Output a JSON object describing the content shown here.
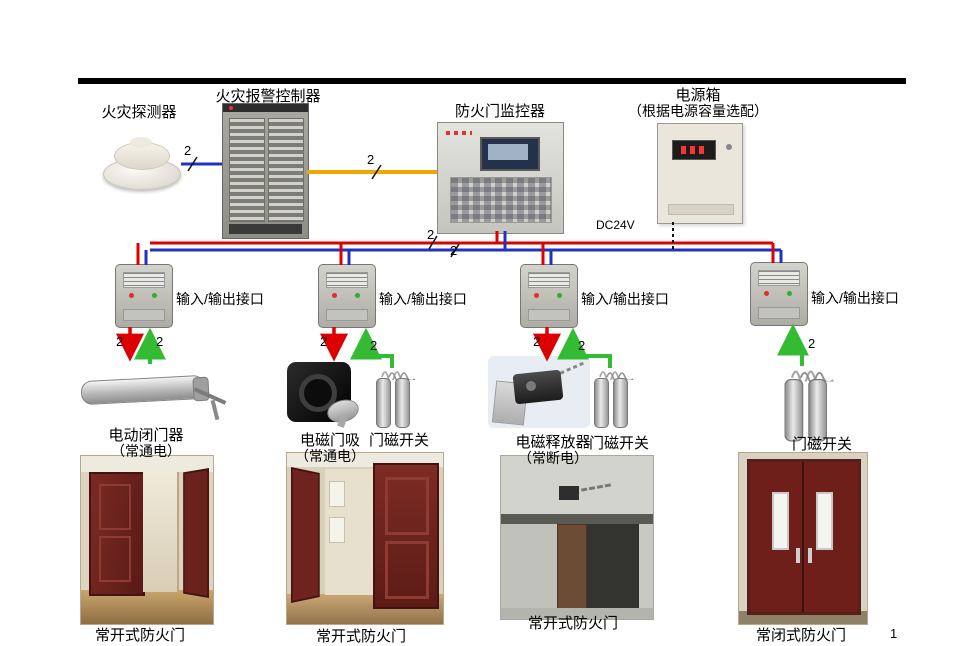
{
  "devices": {
    "detector": {
      "label": "火灾探测器"
    },
    "controller": {
      "label": "火灾报警控制器"
    },
    "monitor": {
      "label": "防火门监控器"
    },
    "power_box": {
      "label": "电源箱",
      "sublabel": "（根据电源容量选配）"
    },
    "io_interface": {
      "label": "输入/输出接口"
    },
    "door_closer": {
      "label": "电动闭门器",
      "sublabel": "（常通电）"
    },
    "door_holder": {
      "label": "电磁门吸",
      "sublabel": "（常通电）"
    },
    "door_release": {
      "label": "电磁释放器",
      "sublabel": "（常断电）"
    },
    "door_switch": {
      "label": "门磁开关"
    }
  },
  "wiring": {
    "pair_count": "2",
    "power_label": "DC24V",
    "colors": {
      "signal_bus_red": "#dd0000",
      "signal_bus_blue": "#2233bb",
      "link_orange": "#f2a800",
      "output_red": "#dd0000",
      "feedback_green": "#33bb33"
    }
  },
  "doors": {
    "normally_open": "常开式防火门",
    "normally_closed": "常闭式防火门"
  },
  "page": {
    "number": "1"
  }
}
